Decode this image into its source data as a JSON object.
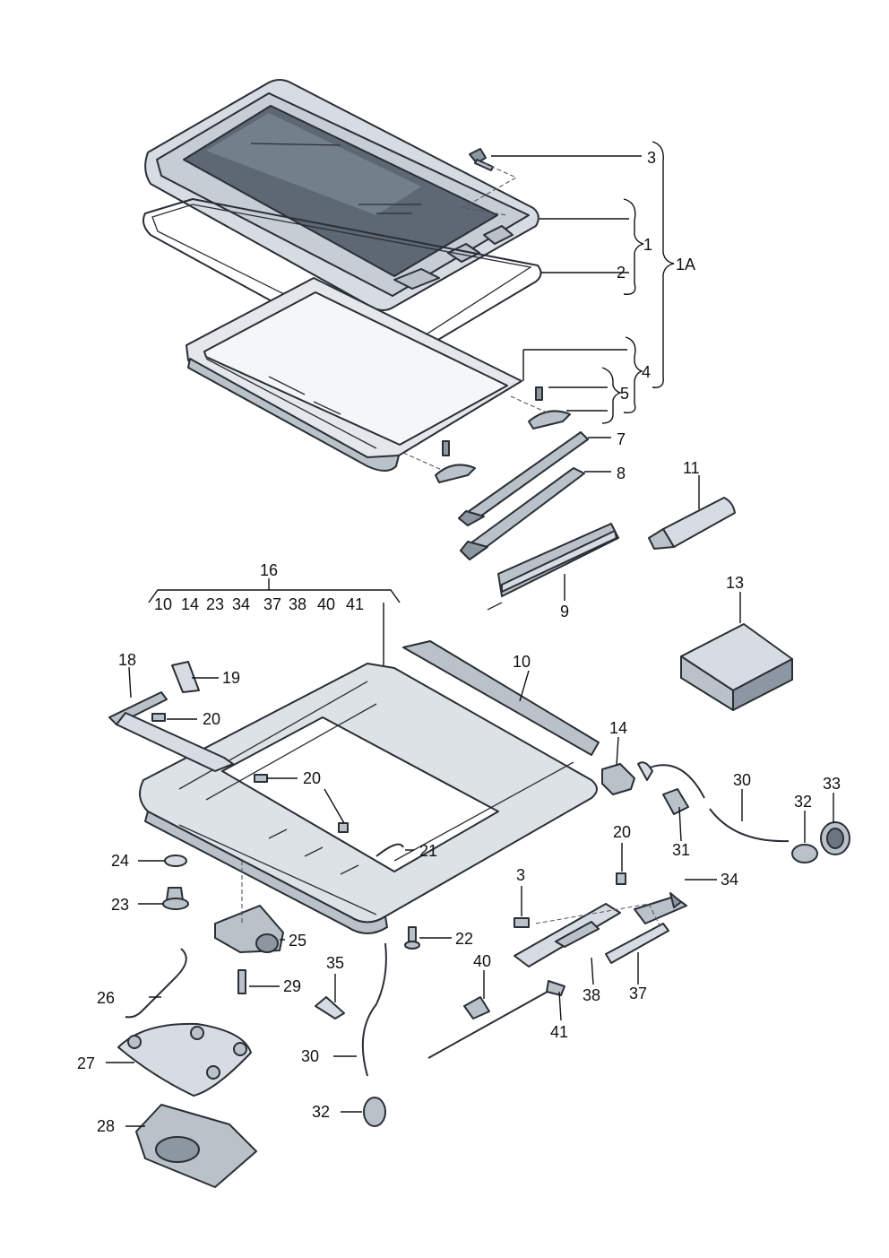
{
  "callouts": {
    "c1": "1",
    "c1a": "1A",
    "c2": "2",
    "c3_top": "3",
    "c4": "4",
    "c5": "5",
    "c7": "7",
    "c8": "8",
    "c9": "9",
    "c10": "10",
    "c11": "11",
    "c13": "13",
    "c14": "14",
    "c16": "16",
    "c18": "18",
    "c19": "19",
    "c20_a": "20",
    "c20_b": "20",
    "c20_c": "20",
    "c21": "21",
    "c22": "22",
    "c23": "23",
    "c24": "24",
    "c25": "25",
    "c26": "26",
    "c27": "27",
    "c28": "28",
    "c29": "29",
    "c30_a": "30",
    "c30_b": "30",
    "c31": "31",
    "c32_a": "32",
    "c32_b": "32",
    "c33": "33",
    "c34": "34",
    "c35": "35",
    "c3_bottom": "3",
    "c37": "37",
    "c38": "38",
    "c40": "40",
    "c41": "41"
  },
  "group16_members": [
    "10",
    "14",
    "23",
    "34",
    "37",
    "38",
    "40",
    "41"
  ]
}
